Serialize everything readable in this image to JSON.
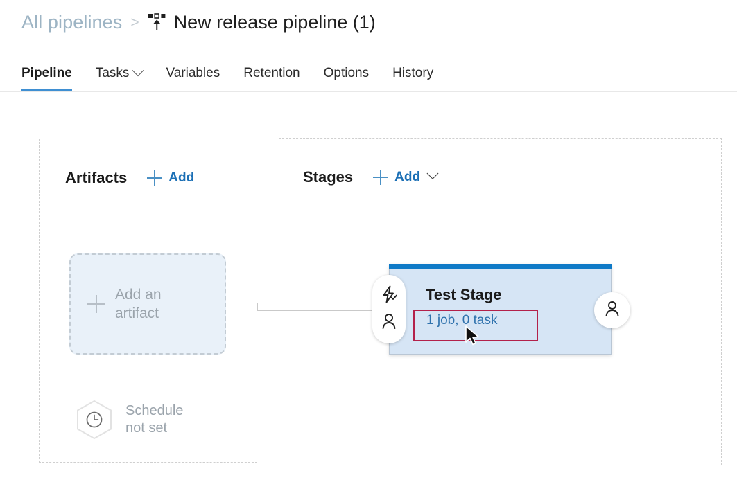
{
  "breadcrumb": {
    "parent_label": "All pipelines",
    "separator": ">",
    "icon": "release-pipeline-icon",
    "current_label": "New release pipeline (1)"
  },
  "tabs": [
    {
      "label": "Pipeline",
      "active": true,
      "has_chevron": false
    },
    {
      "label": "Tasks",
      "active": false,
      "has_chevron": true
    },
    {
      "label": "Variables",
      "active": false,
      "has_chevron": false
    },
    {
      "label": "Retention",
      "active": false,
      "has_chevron": false
    },
    {
      "label": "Options",
      "active": false,
      "has_chevron": false
    },
    {
      "label": "History",
      "active": false,
      "has_chevron": false
    }
  ],
  "artifacts_panel": {
    "title": "Artifacts",
    "add_label": "Add",
    "dropzone_line1": "Add an",
    "dropzone_line2": "artifact",
    "schedule_line1": "Schedule",
    "schedule_line2": "not set",
    "schedule_icon": "clock-icon"
  },
  "stages_panel": {
    "title": "Stages",
    "add_label": "Add",
    "stage": {
      "name": "Test Stage",
      "summary": "1 job, 0 task",
      "pre_deployment_trigger_icon": "lightning-bolt-check-icon",
      "pre_deployment_approval_icon": "person-icon",
      "post_deployment_approval_icon": "person-icon"
    }
  },
  "colors": {
    "accent_blue": "#0f7ac7",
    "tab_underline": "#3f8fd2",
    "link_blue": "#1b6fb5",
    "stage_body": "#d6e5f5",
    "highlight_red": "#b3214a",
    "muted_text": "#9aa3ab"
  }
}
